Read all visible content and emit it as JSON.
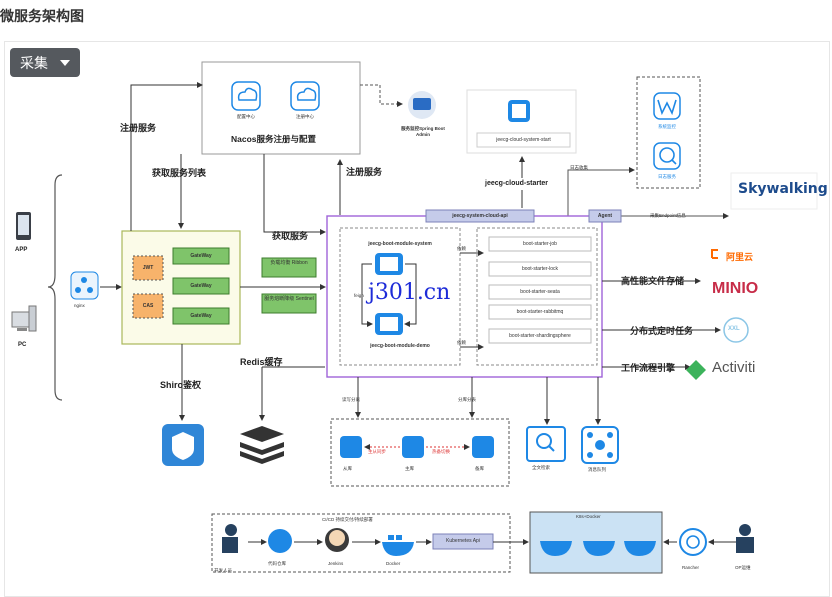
{
  "page_title": "微服务架构图",
  "collect_button": "采集",
  "clients": {
    "app": "APP",
    "pc": "PC",
    "nginx": "nginx"
  },
  "nacos": {
    "title": "Nacos服务注册与配置",
    "config": "配置中心",
    "registry": "注册中心"
  },
  "spring_boot_admin": "服务监控Spring Boot Admin",
  "starter": {
    "box": "jeecg-cloud-system-start",
    "label": "jeecg-cloud-starter"
  },
  "monitor": {
    "top": "系统监控",
    "bottom": "日志服务",
    "skywalking": "Skywalking",
    "log_label": "日志收集",
    "agent": "Agent",
    "endpoint_label": "采集Endpoint信息"
  },
  "gateway": {
    "jwt": "JWT",
    "cas": "CAS",
    "items": [
      "GateWay",
      "GateWay",
      "GateWay"
    ],
    "shiro": "Shiro鉴权"
  },
  "edge_labels": {
    "register1": "注册服务",
    "fetch_list": "获取服务列表",
    "register2": "注册服务",
    "fetch": "获取服务",
    "redis": "Redis缓存"
  },
  "ribbon": "负载均衡 Ribbon",
  "sentinel": "服务熔断降级 Sentinel",
  "system_api": "jeecg-system-cloud-api",
  "modules": {
    "system": "jeecg-boot-module-system",
    "demo": "jeecg-boot-module-demo",
    "feign": "feign",
    "call1": "依赖",
    "call2": "依赖"
  },
  "starters": [
    "boot-starter-job",
    "boot-starter-lock",
    "boot-starter-seata",
    "boot-starter-rabbitmq",
    "boot-starter-shardingsphere"
  ],
  "right_labels": {
    "storage": "高性能文件存储",
    "task": "分布式定时任务",
    "workflow": "工作流程引擎"
  },
  "brands": {
    "aliyun": "阿里云",
    "minio": "MINIO",
    "xxl": "XXL",
    "activiti": "Activiti"
  },
  "db": {
    "read_write": "读写分离",
    "sharding": "分库分表",
    "slave": "从库",
    "master": "主库",
    "backup": "备库",
    "sync": "主从同步",
    "hot": "热备切换",
    "search": "全文检索",
    "mq": "消息队列"
  },
  "devops": {
    "developer": "开发人员",
    "git": "代码仓库",
    "cicd": "CI/CD 持续交付/持续部署",
    "jenkins": "Jenkins",
    "docker": "Docker",
    "k8s_api": "Kubernetes Api",
    "k8s": "K8s+Docker",
    "rancher": "Rancher",
    "ops": "OP运维"
  },
  "watermark": "j301.cn",
  "colors": {
    "accent": "#1e88e5",
    "purple": "#a063d8",
    "gateway_green": "#63b84e",
    "orange": "#f4a24a"
  }
}
